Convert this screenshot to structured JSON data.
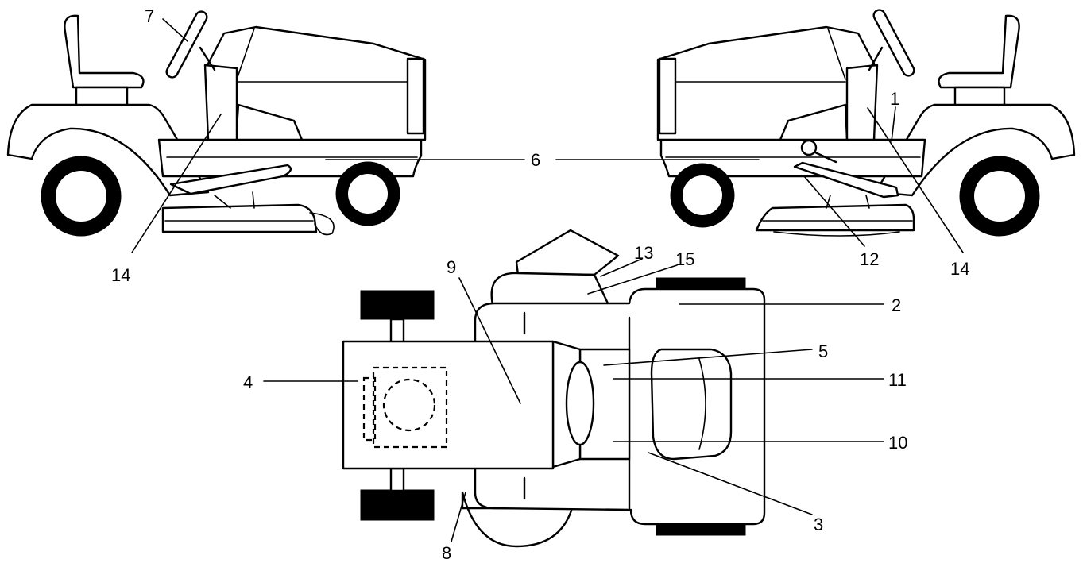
{
  "callouts": {
    "c1": "1",
    "c2": "2",
    "c3": "3",
    "c4": "4",
    "c5": "5",
    "c6": "6",
    "c7": "7",
    "c8": "8",
    "c9": "9",
    "c10": "10",
    "c11": "11",
    "c12": "12",
    "c13": "13",
    "c14_left": "14",
    "c14_right": "14",
    "c15": "15"
  }
}
